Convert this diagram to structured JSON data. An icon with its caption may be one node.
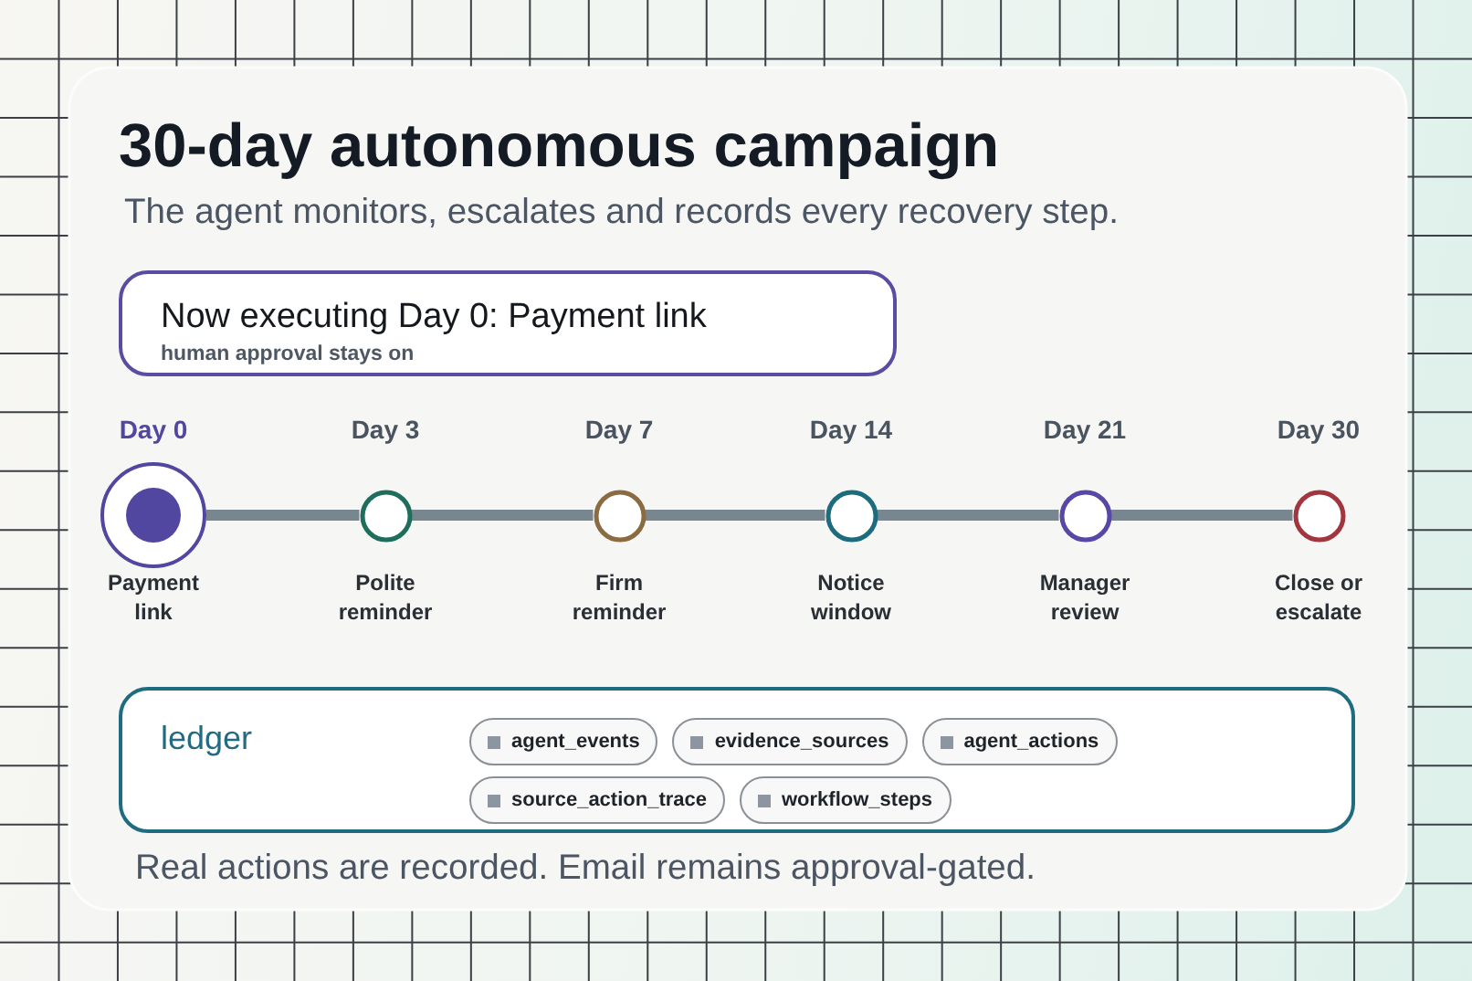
{
  "diagram": {
    "title": "30-day autonomous campaign",
    "nodes": [
      {
        "text": [
          "Now executing Day 0: Payment link",
          "human approval stays on"
        ]
      },
      {
        "text": [],
        "shape": "circle",
        "beside": [
          "Day 0",
          "Payment link"
        ]
      },
      {
        "text": [],
        "shape": "circle",
        "beside": [
          "Day 3",
          "Polite reminder"
        ]
      },
      {
        "text": [],
        "shape": "circle",
        "beside": [
          "Day 7",
          "Firm reminder"
        ]
      },
      {
        "text": [],
        "shape": "circle",
        "beside": [
          "Day 14",
          "Notice window"
        ]
      },
      {
        "text": [],
        "shape": "circle",
        "beside": [
          "Day 21",
          "Manager review"
        ]
      },
      {
        "text": [],
        "shape": "circle",
        "beside": [
          "Day 30",
          "Close or escalate"
        ]
      },
      {
        "text": [
          "ledger"
        ]
      },
      {
        "text": [
          "agent_events"
        ],
        "in": 7
      },
      {
        "text": [
          "evidence_sources"
        ],
        "in": 7
      },
      {
        "text": [
          "agent_actions"
        ],
        "in": 7
      },
      {
        "text": [
          "source_action_trace"
        ],
        "in": 7
      },
      {
        "text": [
          "workflow_steps"
        ],
        "in": 7
      }
    ],
    "edges": [
      {
        "from": 1,
        "to": 2,
        "arrow": "none"
      },
      {
        "from": 2,
        "to": 3,
        "arrow": "none"
      },
      {
        "from": 3,
        "to": 4,
        "arrow": "none"
      },
      {
        "from": 4,
        "to": 5,
        "arrow": "none"
      },
      {
        "from": 5,
        "to": 6,
        "arrow": "none"
      }
    ],
    "labels": [
      "The agent monitors, escalates and records every recovery step.",
      "Real actions are recorded. Email remains approval-gated."
    ]
  }
}
